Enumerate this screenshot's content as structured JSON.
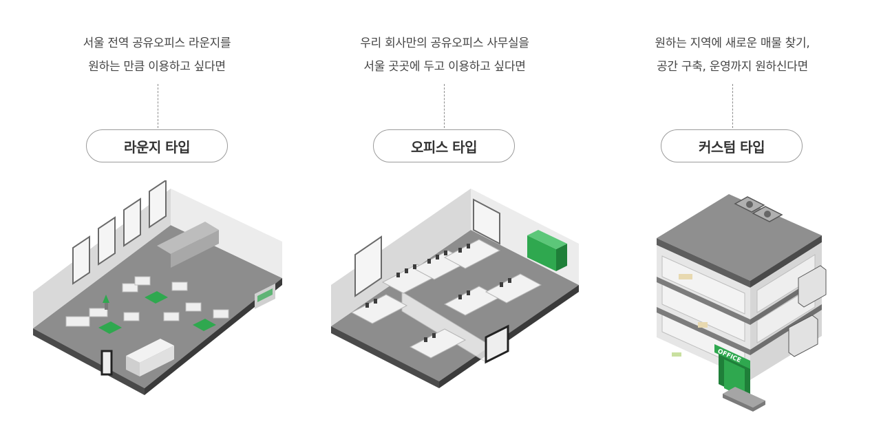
{
  "types": [
    {
      "desc_line1": "서울 전역 공유오피스 라운지를",
      "desc_line2": "원하는 만큼 이용하고 싶다면",
      "label": "라운지 타입"
    },
    {
      "desc_line1": "우리 회사만의 공유오피스 사무실을",
      "desc_line2": "서울 곳곳에 두고 이용하고 싶다면",
      "label": "오피스 타입"
    },
    {
      "desc_line1": "원하는 지역에 새로운 매물 찾기,",
      "desc_line2": "공간 구축, 운영까지 원하신다면",
      "label": "커스텀 타입",
      "sign_text": "OFFICE"
    }
  ],
  "colors": {
    "accent_green": "#2fa84f",
    "floor_gray": "#8d8d8d",
    "wall_light": "#e2e2e2"
  }
}
